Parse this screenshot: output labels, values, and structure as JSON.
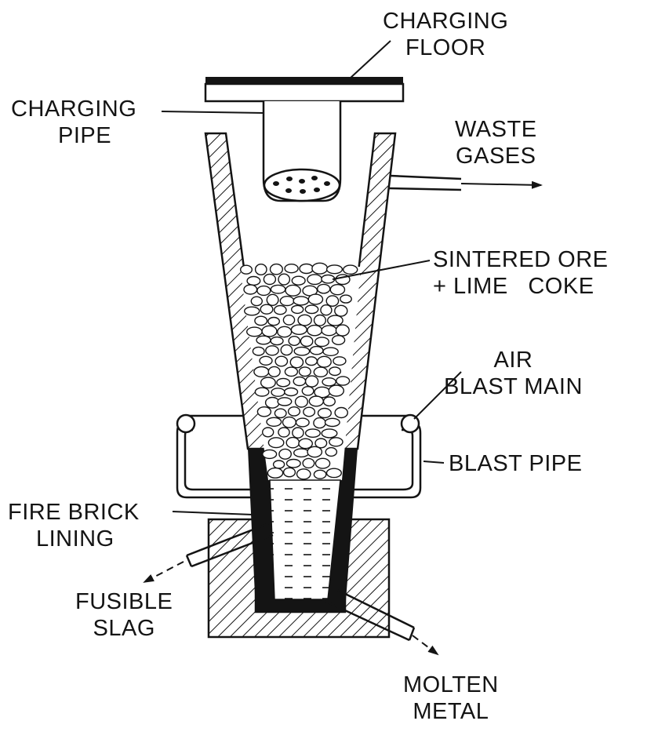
{
  "labels": {
    "charging_floor": [
      "CHARGING",
      "FLOOR"
    ],
    "charging_pipe": [
      "CHARGING",
      "PIPE"
    ],
    "waste_gases": [
      "WASTE",
      "GASES"
    ],
    "sintered_ore": [
      "SINTERED ORE",
      "+ LIME   COKE"
    ],
    "air_blast_main": [
      "AIR",
      "BLAST MAIN"
    ],
    "blast_pipe": [
      "BLAST PIPE"
    ],
    "fire_brick_lining": [
      "FIRE BRICK",
      "LINING"
    ],
    "fusible_slag": [
      "FUSIBLE",
      "SLAG"
    ],
    "molten_metal": [
      "MOLTEN",
      "METAL"
    ]
  },
  "colors": {
    "ink": "#141414",
    "paper": "#ffffff"
  }
}
